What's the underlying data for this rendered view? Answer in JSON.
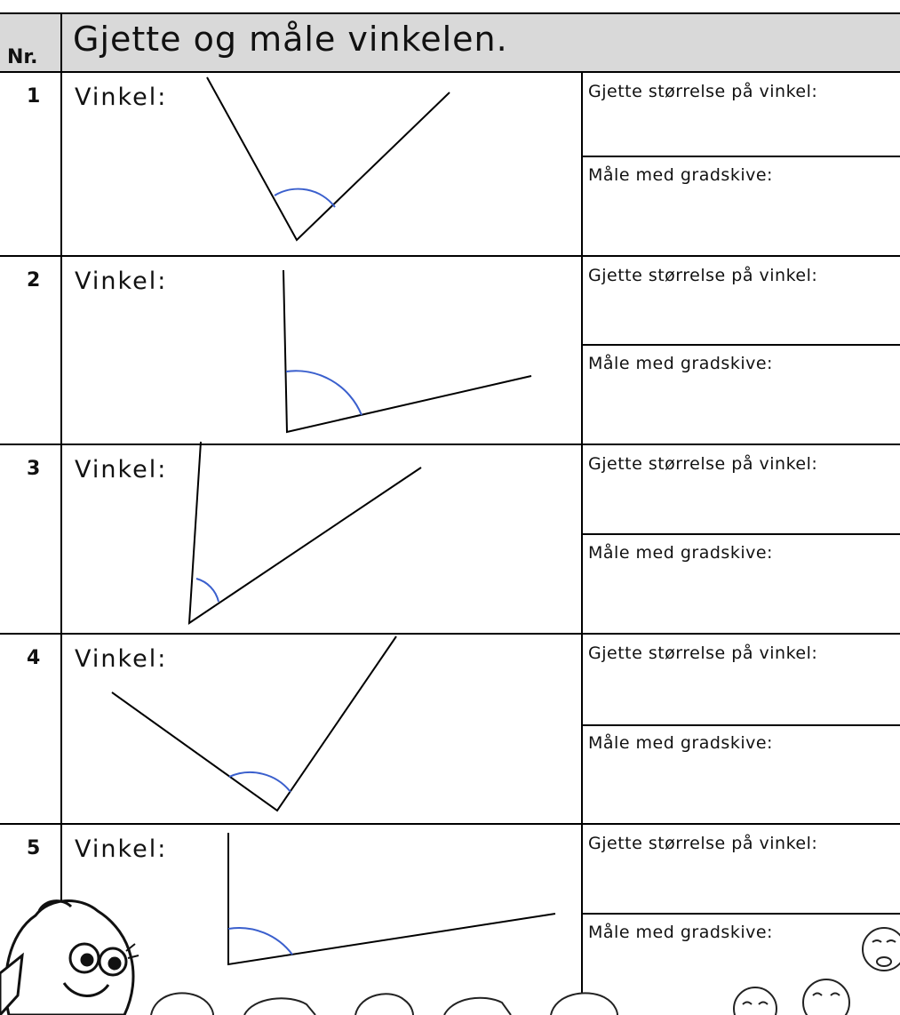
{
  "header": {
    "nr_label": "Nr.",
    "title": "Gjette og måle vinkelen."
  },
  "rows": [
    {
      "number": "1",
      "angle_label": "Vinkel:",
      "guess_label": "Gjette størrelse på vinkel:",
      "measure_label": "Måle med gradskive:"
    },
    {
      "number": "2",
      "angle_label": "Vinkel:",
      "guess_label": "Gjette størrelse på vinkel:",
      "measure_label": "Måle med gradskive:"
    },
    {
      "number": "3",
      "angle_label": "Vinkel:",
      "guess_label": "Gjette størrelse på vinkel:",
      "measure_label": "Måle med gradskive:"
    },
    {
      "number": "4",
      "angle_label": "Vinkel:",
      "guess_label": "Gjette størrelse på vinkel:",
      "measure_label": "Måle med gradskive:"
    },
    {
      "number": "5",
      "angle_label": "Vinkel:",
      "guess_label": "Gjette størrelse på vinkel:",
      "measure_label": "Måle med gradskive:"
    }
  ],
  "colors": {
    "header_bg": "#d9d9d9",
    "arc": "#3a5fcd",
    "line": "#000000"
  },
  "icons": [
    "fish-mascot-icon",
    "smiley-face-icon"
  ]
}
